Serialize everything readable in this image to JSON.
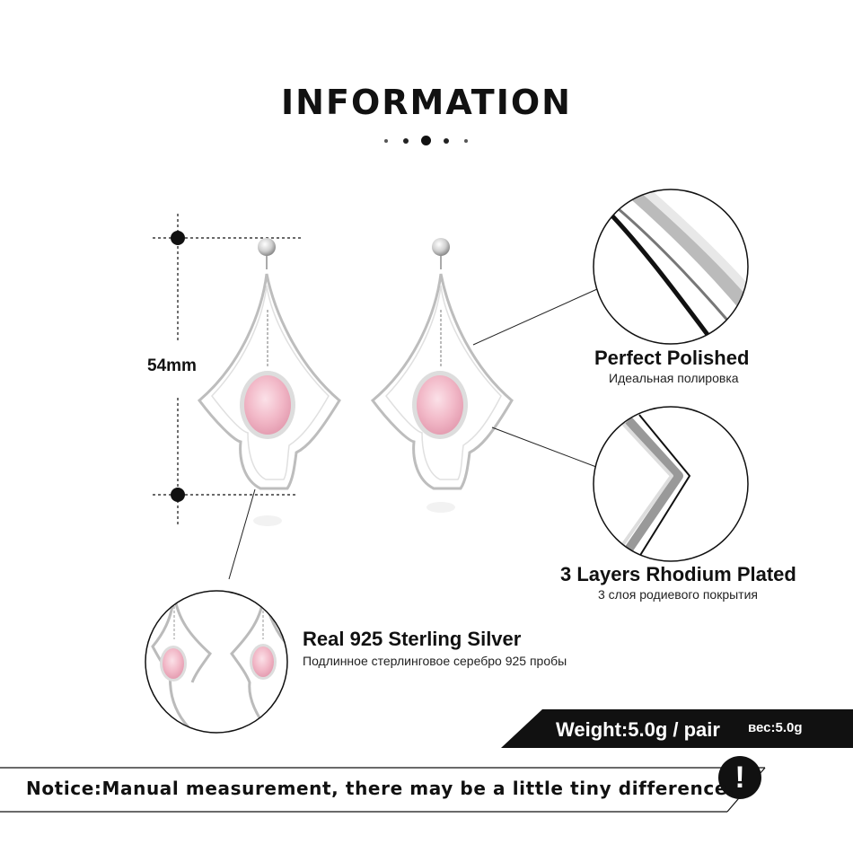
{
  "title": "INFORMATION",
  "measurement": {
    "label": "54mm"
  },
  "features": {
    "polished": {
      "title": "Perfect  Polished",
      "subtitle": "Идеальная полировка"
    },
    "rhodium": {
      "title": "3 Layers Rhodium Plated",
      "subtitle": "3 слоя родиевого покрытия"
    },
    "silver": {
      "title": "Real 925  Sterling  Silver",
      "subtitle": "Подлинное стерлинговое серебро 925 пробы"
    }
  },
  "weight": {
    "label": "Weight:5.0g / pair",
    "sublabel": "вес:5.0g"
  },
  "notice": {
    "text": "Notice:Manual measurement, there may be a little tiny difference.",
    "icon": "!"
  },
  "colors": {
    "stone_pink": "#f0b8c6",
    "silver": "#c8c8c8",
    "banner": "#111111"
  },
  "icons": [
    "exclamation-icon"
  ]
}
